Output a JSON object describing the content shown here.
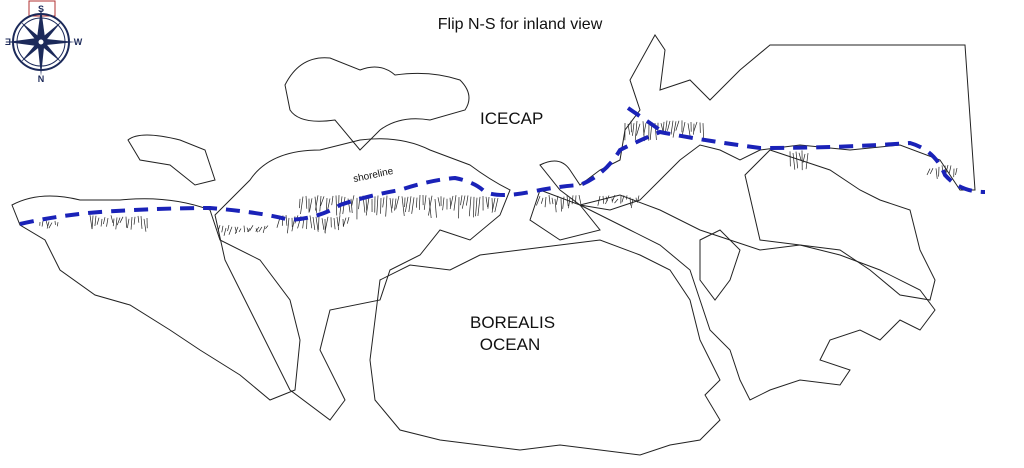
{
  "title": "Flip N-S for inland view",
  "labels": {
    "icecap": "ICECAP",
    "ocean_line1": "BOREALIS",
    "ocean_line2": "OCEAN",
    "shoreline": "shoreline"
  },
  "compass": {
    "top": "S",
    "bottom": "N",
    "left": "E",
    "right": "W"
  },
  "colors": {
    "shoreline": "#1a22b8",
    "compass": "#1c2a5a",
    "compass_box": "#b03030"
  }
}
